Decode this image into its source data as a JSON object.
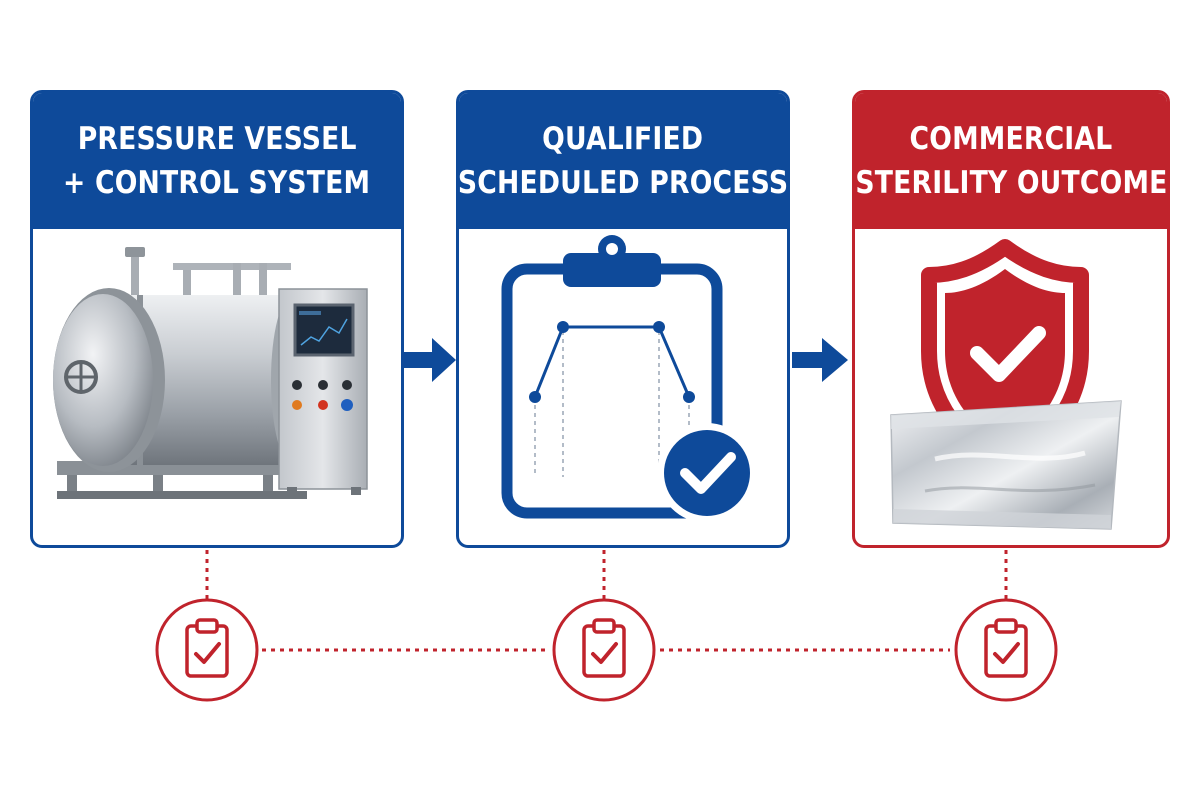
{
  "steps": [
    {
      "title_line1": "PRESSURE VESSEL",
      "title_line2": "+ CONTROL SYSTEM",
      "illustration": "retort-vessel-with-control-panel",
      "accent": "#0e4a9a"
    },
    {
      "title_line1": "QUALIFIED",
      "title_line2": "SCHEDULED PROCESS",
      "illustration": "clipboard-process-curve-check-icon",
      "accent": "#0e4a9a"
    },
    {
      "title_line1": "COMMERCIAL",
      "title_line2": "STERILITY OUTCOME",
      "illustration": "shield-check-pouch-icon",
      "accent": "#c0232c"
    }
  ],
  "flow_arrow_icon": "arrow-right-icon",
  "record_icon": "clipboard-check-icon",
  "colors": {
    "blue": "#0e4a9a",
    "red": "#c0232c",
    "steel": "#b9bec4"
  }
}
